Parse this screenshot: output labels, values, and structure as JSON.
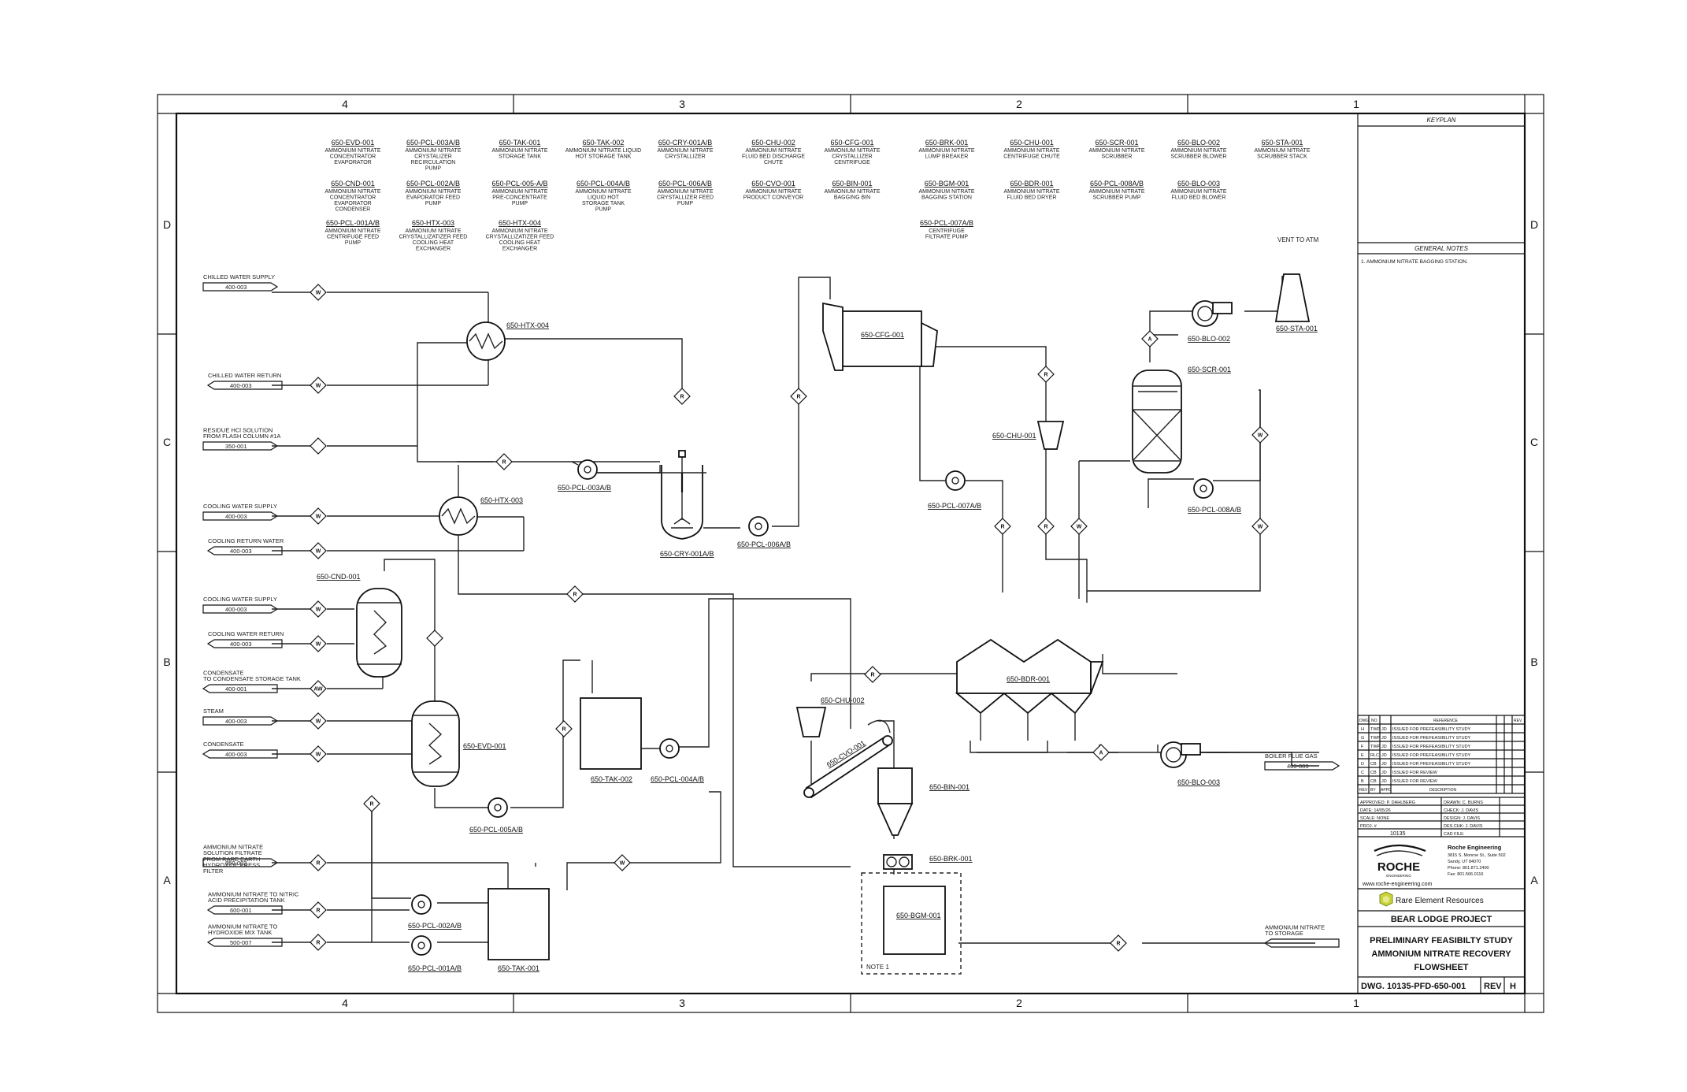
{
  "zones": {
    "columns": [
      "4",
      "3",
      "2",
      "1"
    ],
    "rows": [
      "D",
      "C",
      "B",
      "A"
    ]
  },
  "equipment_list": [
    {
      "tag": "650-EVD-001",
      "desc": [
        "AMMONIUM NITRATE",
        "CONCENTRATOR",
        "EVAPORATOR"
      ]
    },
    {
      "tag": "650-PCL-003A/B",
      "desc": [
        "AMMONIUM NITRATE",
        "CRYSTALIZER",
        "RECIRCULATION",
        "PUMP"
      ]
    },
    {
      "tag": "650-TAK-001",
      "desc": [
        "AMMONIUM NITRATE",
        "STORAGE TANK"
      ]
    },
    {
      "tag": "650-TAK-002",
      "desc": [
        "AMMONIUM NITRATE LIQUID",
        "HOT STORAGE TANK"
      ]
    },
    {
      "tag": "650-CRY-001A/B",
      "desc": [
        "AMMONIUM NITRATE",
        "CRYSTALLIZER"
      ]
    },
    {
      "tag": "650-CHU-002",
      "desc": [
        "AMMONIUM NITRATE",
        "FLUID BED DISCHARGE",
        "CHUTE"
      ]
    },
    {
      "tag": "650-CFG-001",
      "desc": [
        "AMMONIUM NITRATE",
        "CRYSTALLIZER",
        "CENTRIFUGE"
      ]
    },
    {
      "tag": "650-BRK-001",
      "desc": [
        "AMMONIUM NITRATE",
        "LUMP BREAKER"
      ]
    },
    {
      "tag": "650-CHU-001",
      "desc": [
        "AMMONIUM NITRATE",
        "CENTRIFUGE CHUTE"
      ]
    },
    {
      "tag": "650-SCR-001",
      "desc": [
        "AMMONIUM NITRATE",
        "SCRUBBER"
      ]
    },
    {
      "tag": "650-BLO-002",
      "desc": [
        "AMMONIUM NITRATE",
        "SCRUBBER BLOWER"
      ]
    },
    {
      "tag": "650-STA-001",
      "desc": [
        "AMMONIUM NITRATE",
        "SCRUBBER STACK"
      ]
    },
    {
      "tag": "650-CND-001",
      "desc": [
        "AMMONIUM NITRATE",
        "CONCENTRATOR",
        "EVAPORATOR",
        "CONDENSER"
      ]
    },
    {
      "tag": "650-PCL-002A/B",
      "desc": [
        "AMMONIUM NITRATE",
        "EVAPORATOR FEED",
        "PUMP"
      ]
    },
    {
      "tag": "650-PCL-005-A/B",
      "desc": [
        "AMMONIUM NITRATE",
        "PRE-CONCENTRATE",
        "PUMP"
      ]
    },
    {
      "tag": "650-PCL-004A/B",
      "desc": [
        "AMMONIUM NITRATE",
        "LIQUID HOT",
        "STORAGE TANK",
        "PUMP"
      ]
    },
    {
      "tag": "650-PCL-006A/B",
      "desc": [
        "AMMONIUM NITRATE",
        "CRYSTALLIZER FEED",
        "PUMP"
      ]
    },
    {
      "tag": "650-CVO-001",
      "desc": [
        "AMMONIUM NITRATE",
        "PRODUCT CONVEYOR"
      ]
    },
    {
      "tag": "650-BIN-001",
      "desc": [
        "AMMONIUM NITRATE",
        "BAGGING BIN"
      ]
    },
    {
      "tag": "650-BGM-001",
      "desc": [
        "AMMONIUM NITRATE",
        "BAGGING STATION"
      ]
    },
    {
      "tag": "650-BDR-001",
      "desc": [
        "AMMONIUM NITRATE",
        "FLUID BED DRYER"
      ]
    },
    {
      "tag": "650-PCL-008A/B",
      "desc": [
        "AMMONIUM NITRATE",
        "SCRUBBER PUMP"
      ]
    },
    {
      "tag": "650-BLO-003",
      "desc": [
        "AMMONIUM NITRATE",
        "FLUID BED BLOWER"
      ]
    },
    {
      "tag": "650-PCL-001A/B",
      "desc": [
        "AMMONIUM NITRATE",
        "CENTRIFUGE FEED",
        "PUMP"
      ]
    },
    {
      "tag": "650-HTX-003",
      "desc": [
        "AMMONIUM NITRATE",
        "CRYSTALLIZATIZER FEED",
        "COOLING HEAT",
        "EXCHANGER"
      ]
    },
    {
      "tag": "650-HTX-004",
      "desc": [
        "AMMONIUM NITRATE",
        "CRYSTALLIZATIZER FEED",
        "COOLING HEAT",
        "EXCHANGER"
      ]
    },
    {
      "tag": "650-PCL-007A/B",
      "desc": [
        "CENTRIFUGE",
        "FILTRATE PUMP"
      ]
    }
  ],
  "streams": [
    {
      "label": [
        "CHILLED WATER SUPPLY"
      ],
      "ref": "400-003"
    },
    {
      "label": [
        "CHILLED WATER RETURN"
      ],
      "ref": "400-003"
    },
    {
      "label": [
        "RESIDUE HCl SOLUTION",
        "FROM FLASH COLUMN #1A"
      ],
      "ref": "350-001"
    },
    {
      "label": [
        "COOLING WATER SUPPLY"
      ],
      "ref": "400-003"
    },
    {
      "label": [
        "COOLING RETURN WATER"
      ],
      "ref": "400-003"
    },
    {
      "label": [
        "COOLING WATER SUPPLY"
      ],
      "ref": "400-003"
    },
    {
      "label": [
        "COOLING WATER RETURN"
      ],
      "ref": "400-003"
    },
    {
      "label": [
        "CONDENSATE",
        "TO CONDENSATE STORAGE TANK"
      ],
      "ref": "400-001"
    },
    {
      "label": [
        "STEAM"
      ],
      "ref": "400-003"
    },
    {
      "label": [
        "CONDENSATE"
      ],
      "ref": "400-003"
    },
    {
      "label": [
        "AMMONIUM NITRATE",
        "SOLUTION FILTRATE"
      ],
      "ref": "850-003"
    },
    {
      "label": [
        "FROM RARE EARTH",
        "HYDROXIDE PRESS",
        "FILTER"
      ],
      "ref": ""
    },
    {
      "label": [
        "AMMONIUM NITRATE TO NITRIC",
        "ACID PRECIPITATION TANK"
      ],
      "ref": "600-001"
    },
    {
      "label": [
        "AMMONIUM NITRATE TO",
        "HYDROXIDE MIX TANK"
      ],
      "ref": "500-007"
    },
    {
      "label": [
        "BOILER FLUE GAS"
      ],
      "ref": "400-003"
    },
    {
      "label": [
        "AMMONIUM NITRATE",
        "TO STORAGE"
      ],
      "ref": ""
    }
  ],
  "diagram_labels": {
    "htx004": "650-HTX-004",
    "htx003": "650-HTX-003",
    "cnd001": "650-CND-001",
    "evd001": "650-EVD-001",
    "pcl003": "650-PCL-003A/B",
    "cry001": "650-CRY-001A/B",
    "pcl006": "650-PCL-006A/B",
    "tak002": "650-TAK-002",
    "pcl004": "650-PCL-004A/B",
    "pcl005": "650-PCL-005A/B",
    "pcl002": "650-PCL-002A/B",
    "pcl001": "650-PCL-001A/B",
    "tak001": "650-TAK-001",
    "cfg001": "650-CFG-001",
    "pcl007": "650-PCL-007A/B",
    "chu001": "650-CHU-001",
    "scr001": "650-SCR-001",
    "blo002": "650-BLO-002",
    "sta001": "650-STA-001",
    "pcl008": "650-PCL-008A/B",
    "bdr001": "650-BDR-001",
    "chu002": "650-CHU-002",
    "cvo001": "650-CVO-001",
    "bin001": "650-BIN-001",
    "brk001": "650-BRK-001",
    "bgm001": "650-BGM-001",
    "blo003": "650-BLO-003",
    "vent": "VENT TO ATM",
    "note1": "NOTE 1"
  },
  "instrument_letters": {
    "w": "W",
    "r": "R",
    "aw": "AW",
    "a": "A"
  },
  "title_block": {
    "keyplan": "KEYPLAN",
    "general_notes": "GENERAL NOTES",
    "note_1": "1.  AMMONIUM NITRATE BAGGING STATION.",
    "rev_headers": [
      "DWG. NO.",
      "REFERENCE",
      "REV"
    ],
    "revisions": [
      {
        "rev": "H",
        "by": "TWP",
        "appd": "JD",
        "desc": "ISSUED FOR PREFEASIBILITY STUDY"
      },
      {
        "rev": "G",
        "by": "TWP",
        "appd": "JD",
        "desc": "ISSUED FOR PREFEASIBILITY STUDY"
      },
      {
        "rev": "F",
        "by": "TWP",
        "appd": "JD",
        "desc": "ISSUED FOR PREFEASIBILITY STUDY"
      },
      {
        "rev": "E",
        "by": "RLC",
        "appd": "JD",
        "desc": "ISSUED FOR PREFEASIBILITY STUDY"
      },
      {
        "rev": "D",
        "by": "CB",
        "appd": "JD",
        "desc": "ISSUED FOR PREFEASIBILITY STUDY"
      },
      {
        "rev": "C",
        "by": "CB",
        "appd": "JD",
        "desc": "ISSUED FOR REVIEW"
      },
      {
        "rev": "B",
        "by": "CB",
        "appd": "JD",
        "desc": "ISSUED FOR REVIEW"
      }
    ],
    "rev_col_headers": [
      "REV",
      "BY",
      "APPD",
      "DESCRIPTION"
    ],
    "approved": "APPROVED: P. DAHLBERG",
    "date": "DATE: 14/05/26",
    "scale": "SCALE: NONE",
    "proj": "PROJ. #",
    "proj_no": "10135",
    "drawn": "DRAWN: C. BURNS",
    "check": "CHECK: J. DAVIS",
    "design": "DESIGN: J. DAVIS",
    "eng": "DES.CHK: J. DAVIS",
    "cad": "CAD FILE:",
    "company": "Roche Engineering",
    "address": [
      "3815 S. Monroe St., Suite 502",
      "Sandy, UT 84070",
      "Phone: 801.871.2400",
      "Fax: 801.566.0116"
    ],
    "logo_text": "ROCHE",
    "logo_sub": "ENGINEERING",
    "website": "www.roche-engineering.com",
    "client": "Rare Element Resources",
    "project": "BEAR LODGE PROJECT",
    "title_lines": [
      "PRELIMINARY FEASIBILTY STUDY",
      "AMMONIUM NITRATE RECOVERY",
      "FLOWSHEET"
    ],
    "dwg_no": "DWG. 10135-PFD-650-001",
    "rev_label": "REV",
    "rev_value": "H"
  }
}
